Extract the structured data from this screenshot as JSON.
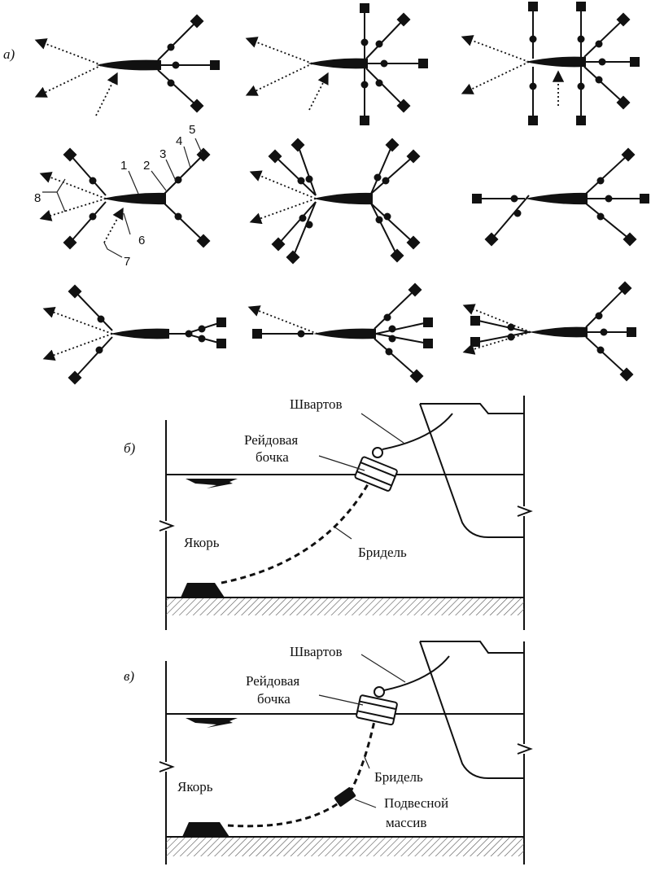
{
  "panels": {
    "a": "а)",
    "b": "б)",
    "v": "в)"
  },
  "callouts": [
    "1",
    "2",
    "3",
    "4",
    "5",
    "6",
    "7",
    "8"
  ],
  "section_b": {
    "mooring_line": "Швартов",
    "buoy_line1": "Рейдовая",
    "buoy_line2": "бочка",
    "anchor": "Якорь",
    "bridle": "Бридель"
  },
  "section_v": {
    "mooring_line": "Швартов",
    "buoy_line1": "Рейдовая",
    "buoy_line2": "бочка",
    "anchor": "Якорь",
    "bridle": "Бридель",
    "sinker_line1": "Подвесной",
    "sinker_line2": "массив"
  }
}
